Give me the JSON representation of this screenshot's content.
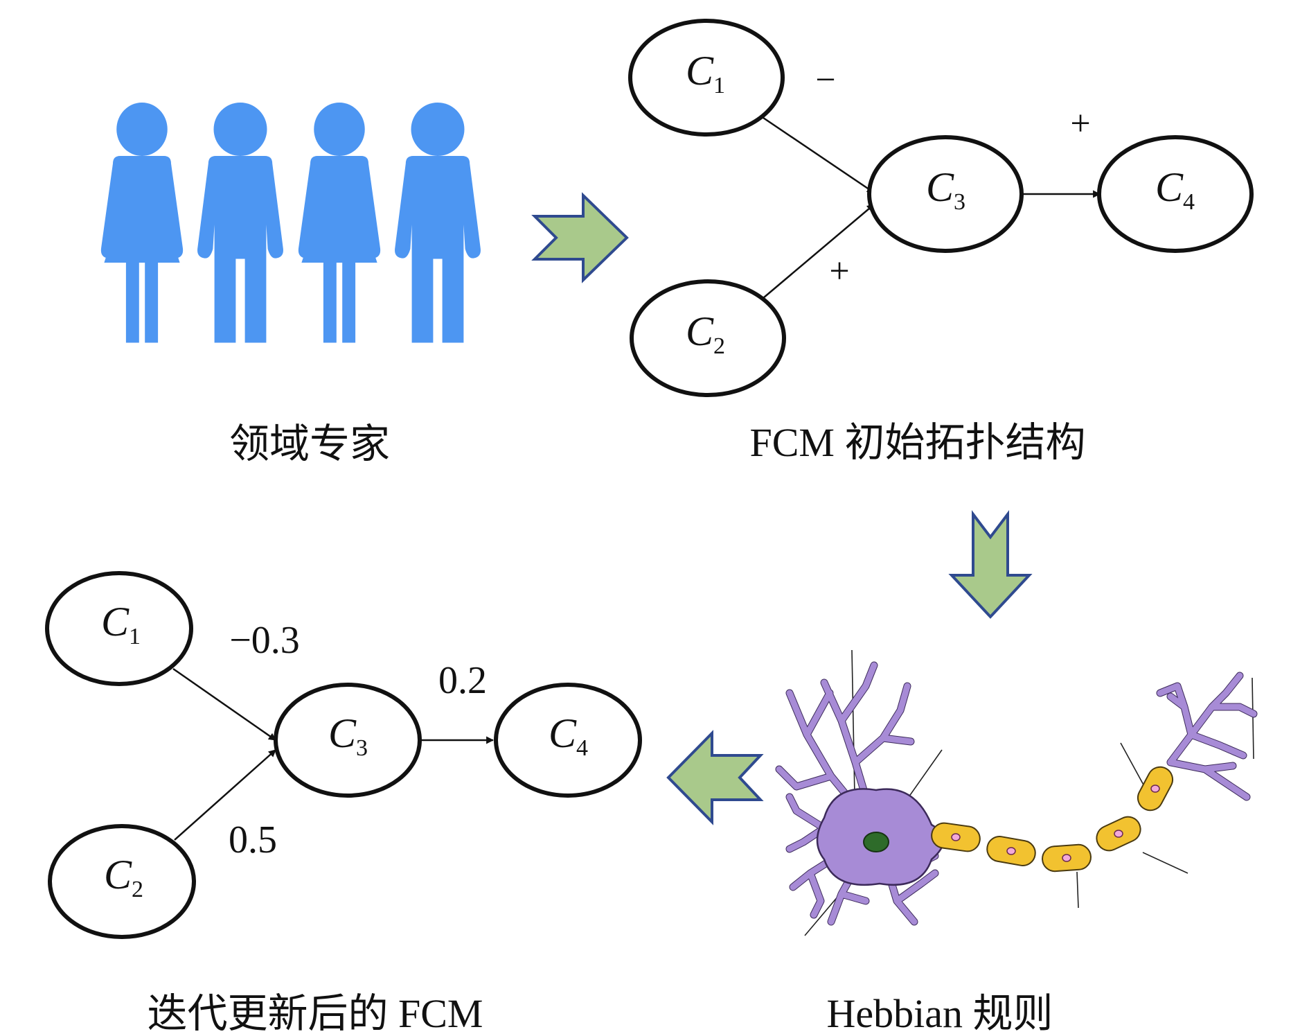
{
  "labels": {
    "experts": "领域专家",
    "initial_topology": "FCM 初始拓扑结构",
    "hebbian": "Hebbian 规则",
    "updated_fcm": "迭代更新后的 FCM"
  },
  "initial_fcm": {
    "nodes": [
      {
        "base": "C",
        "sub": "1"
      },
      {
        "base": "C",
        "sub": "2"
      },
      {
        "base": "C",
        "sub": "3"
      },
      {
        "base": "C",
        "sub": "4"
      }
    ],
    "edges": [
      {
        "from": "C1",
        "to": "C3",
        "sign": "−"
      },
      {
        "from": "C2",
        "to": "C3",
        "sign": "+"
      },
      {
        "from": "C3",
        "to": "C4",
        "sign": "+"
      }
    ]
  },
  "updated_fcm": {
    "nodes": [
      {
        "base": "C",
        "sub": "1"
      },
      {
        "base": "C",
        "sub": "2"
      },
      {
        "base": "C",
        "sub": "3"
      },
      {
        "base": "C",
        "sub": "4"
      }
    ],
    "edges": [
      {
        "from": "C1",
        "to": "C3",
        "weight": "−0.3"
      },
      {
        "from": "C2",
        "to": "C3",
        "weight": "0.5"
      },
      {
        "from": "C3",
        "to": "C4",
        "weight": "0.2"
      }
    ]
  },
  "colors": {
    "people": "#4d96f2",
    "flow_arrow_fill": "#a9c98b",
    "flow_arrow_stroke": "#2f4a8f",
    "neuron": "#a78bd6",
    "myelin": "#f2c230",
    "nucleus": "#2e6b2a"
  }
}
